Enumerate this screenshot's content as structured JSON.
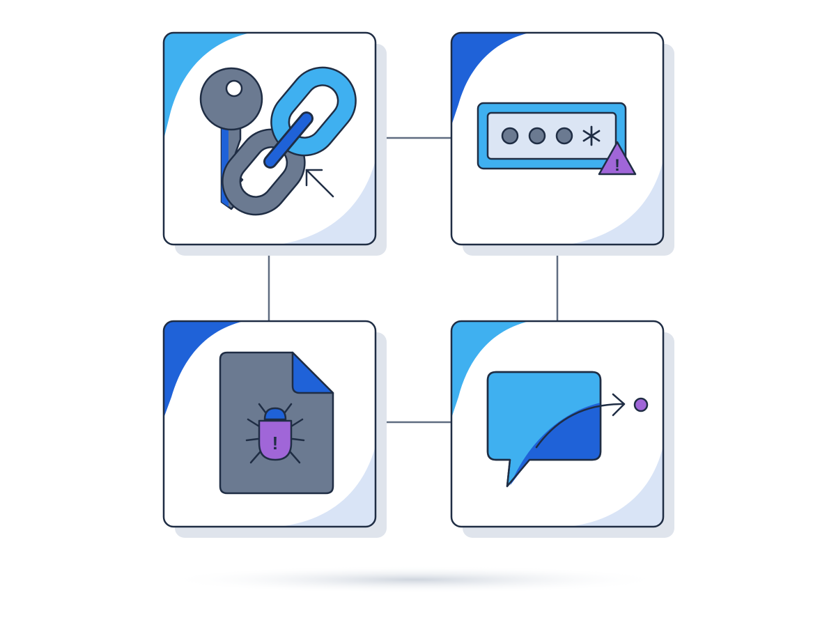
{
  "colors": {
    "outline": "#1f2d44",
    "connector": "#5f6c80",
    "card_fill": "#ffffff",
    "card_shadow": "#dfe4ec",
    "accent_light_blue": "#3fb0f0",
    "accent_blue": "#1f62d8",
    "accent_pale_blue": "#d9e4f6",
    "slate": "#6b7a91",
    "field_fill": "#dbe5f4",
    "purple": "#a066d8"
  },
  "cards": [
    {
      "id": "phishing-link",
      "icons": [
        "key-icon",
        "chain-link-icon",
        "cursor-arrow-icon"
      ]
    },
    {
      "id": "password-field",
      "icons": [
        "password-field-icon",
        "masked-dot-icon",
        "asterisk-icon",
        "warning-triangle-icon"
      ]
    },
    {
      "id": "infected-file",
      "icons": [
        "document-icon",
        "bug-icon"
      ]
    },
    {
      "id": "message",
      "icons": [
        "chat-bubble-icon",
        "forward-arrow-icon",
        "endpoint-dot-icon"
      ]
    }
  ],
  "warning_glyph": "!",
  "bug_glyph": "!"
}
